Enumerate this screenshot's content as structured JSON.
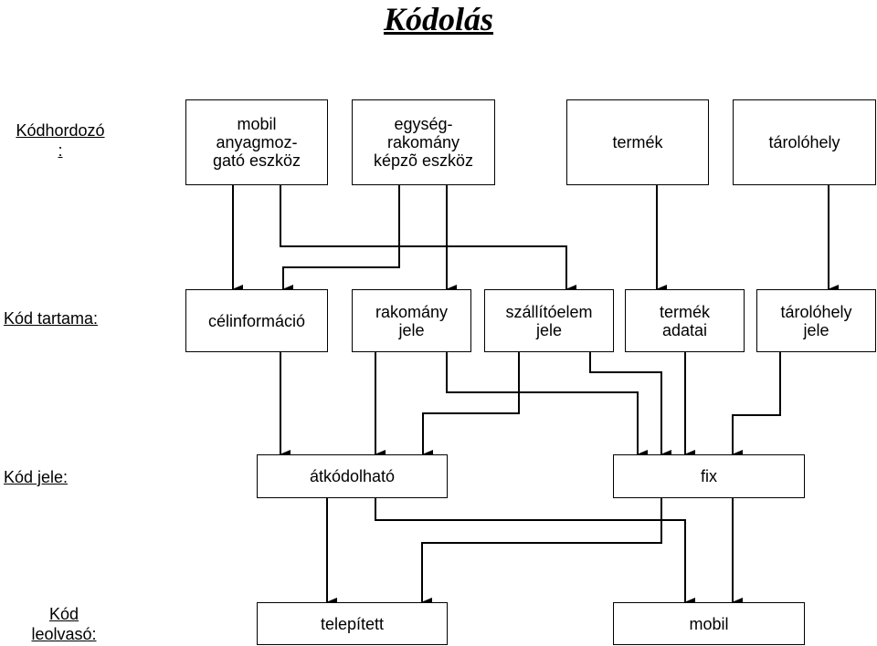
{
  "title": "Kódolás",
  "row_labels": {
    "carrier": "Kódhordozó\n:",
    "content": "Kód tartama:",
    "sign": "Kód jele:",
    "reader": "Kód\nleolvasó:"
  },
  "carriers": [
    "mobil\nanyagmoz-\ngató eszköz",
    "egység-\nrakomány\nképzõ eszköz",
    "termék",
    "tárolóhely"
  ],
  "contents": [
    "célinformáció",
    "rakomány\njele",
    "szállítóelem\njele",
    "termék\nadatai",
    "tárolóhely\njele"
  ],
  "signs": [
    "átkódolható",
    "fix"
  ],
  "readers": [
    "telepített",
    "mobil"
  ]
}
